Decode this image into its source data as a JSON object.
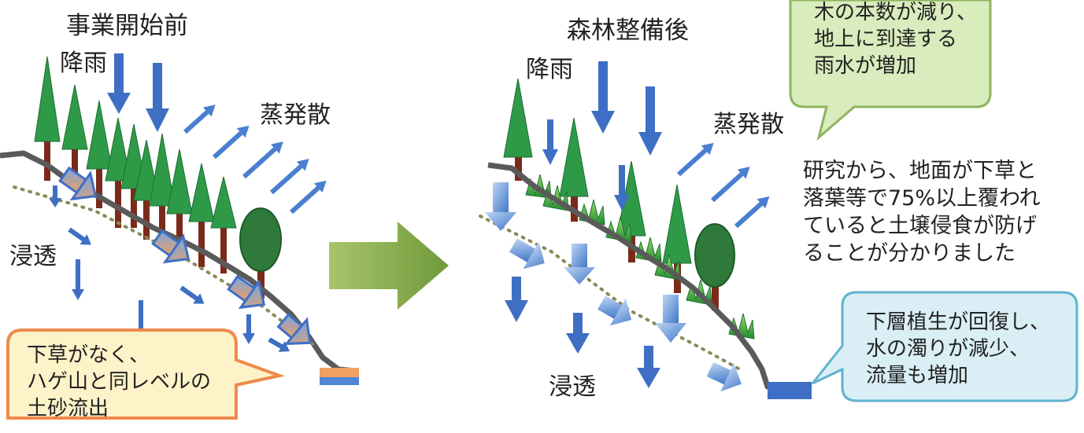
{
  "before": {
    "title": "事業開始前",
    "rain_label": "降雨",
    "evapo_label": "蒸発散",
    "infiltration_label": "浸透",
    "callout_lines": [
      "下草がなく、",
      "ハゲ山と同レベルの",
      "土砂流出"
    ]
  },
  "after": {
    "title": "森林整備後",
    "rain_label": "降雨",
    "evapo_label": "蒸発散",
    "infiltration_label": "浸透",
    "top_callout_lines": [
      "木の本数が減り、",
      "地上に到達する",
      "雨水が増加"
    ],
    "note_lines": [
      "研究から、地面が下草と",
      "落葉等で75%以上覆われ",
      "ていると土壌侵食が防げ",
      "ることが分かりました"
    ],
    "bottom_callout_lines": [
      "下層植生が回復し、",
      "水の濁りが減少、",
      "流量も増加"
    ]
  },
  "colors": {
    "rain_arrow": "#3f6fc4",
    "evapo_arrow": "#4a7fd0",
    "soil": "#5a5a5a",
    "tree_green": "#2e9a48",
    "transition_arrow": "#8fb148",
    "orange_callout_fill": "#fdf2c8",
    "orange_callout_border": "#ee8a4a",
    "green_callout_fill": "#d9ecbd",
    "green_callout_border": "#8db45d",
    "blue_callout_fill": "#d9eef5",
    "blue_callout_border": "#5fb3cf"
  },
  "icons": [
    "tree-icon",
    "rain-arrow-icon",
    "evaporation-arrow-icon",
    "runoff-arrow-icon",
    "grass-icon",
    "transition-arrow-icon"
  ]
}
